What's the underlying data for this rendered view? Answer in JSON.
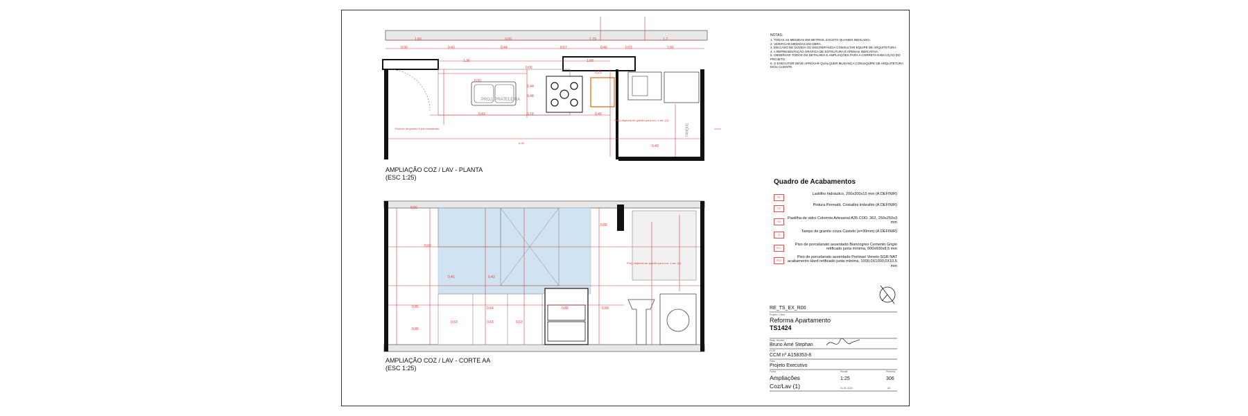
{
  "plan": {
    "title": "AMPLIAÇÃO COZ / LAV - PLANTA",
    "scale": "(ESC 1:25)",
    "dims_top": [
      "1,60",
      "3,09",
      "1,79",
      "1,2"
    ],
    "dims_second": [
      "0,90",
      "0,40",
      "0,44",
      "0,57",
      "0,46",
      "0,63",
      "1,00"
    ],
    "dims_third": [
      "1,36",
      "0,66",
      "1,68"
    ],
    "dims_inner": [
      "0,30",
      "0,44",
      "0,48",
      "0,43",
      "0,18",
      "0,25",
      "0,45",
      "0,49"
    ],
    "label_hood": "PROJ. PRATELEIRA",
    "label_tank": "TANQUE",
    "note_left": "Rodízio de granito e pia encastrado",
    "note_right": "Pra(i) taipinha de granito para coz. e lav. (Q)",
    "note_bottom": "0,49"
  },
  "section": {
    "title": "AMPLIAÇÃO COZ / LAV - CORTE AA",
    "scale": "(ESC 1:25)",
    "dims_left": [
      "0,60",
      "0,60",
      "0,85",
      "0,85"
    ],
    "dims_inner": [
      "0,41",
      "0,42",
      "0,64",
      "0,88",
      "0,63",
      "0,63",
      "0,63",
      "0,88",
      "0,68"
    ],
    "note_right": "Pra(i) taipinha de granito para coz. e lav. (Q)"
  },
  "notes": {
    "title": "NOTAS:",
    "items": [
      "1. TODAS AS MEDIDAS EM METROS, EXCETO QUANDO INDICADO.",
      "2. VERIFICAR MEDIDAS EM OBRA.",
      "3. EM CASO DE DÚVIDA OU DISCREPÂNCIA CONSULTAR EQUIPE DE ARQUITETURA.",
      "4. A REPRESENTAÇÃO GRÁFICA DE ESTRUTURA É APENAS INDICATIVA.",
      "5. OBSERVAR TODOS OS DETALHES E AMPLIAÇÕES PARA A CORRETA EXECUÇÃO DO PROJETO.",
      "6. O EXECUTOR DEVE APROVAR QUALQUER MUDANÇA COM EQUIPE DE ARQUITETURA E/OU CLIENTE."
    ]
  },
  "finishes": {
    "title": "Quadro de Acabamentos",
    "rows": [
      {
        "code": "R1",
        "text": "Ladrilho hidráulico, 200x200x15 mm (A DEFINIR)"
      },
      {
        "code": "P1",
        "text": "Pintura Permalit, Cristallini Imbrafim (A DEFINIR)"
      },
      {
        "code": "R2",
        "text": "Pastilha de vidro Colormix Artesanal A35 COD. 362, 250x250x3 mm"
      },
      {
        "code": "T1",
        "text": "Tampo de granito cinza Castelo (e=30mm) (A DEFINIR)"
      },
      {
        "code": "PC1",
        "text": "Piso de porcelanato assentado Biancogres Cemento Grigio retificado junta mínima, 600x600x8,5 mm"
      },
      {
        "code": "PC2",
        "text": "Piso de porcelanato assentado Portinari Veneto SGR NAT acabamento Hard retificado junta mínima, 1000,0X1000,0X10,5 mm"
      }
    ]
  },
  "title_block": {
    "file": "RE_TS_EX_R00",
    "project_label": "Projeto / Obra",
    "project": "Reforma Apartamento",
    "code": "TS1424",
    "author_label": "Resp. técnico",
    "author": "Bruno Amé Stephan",
    "ccm_label": "CCM",
    "ccm": "CCM nº A158353-8",
    "phase_label": "Fase",
    "phase": "Projeto Executivo",
    "sheet_label": "Folha",
    "scale_label": "Escala",
    "sheet_num_label": "Prancha",
    "sheet_title_1": "Ampliações",
    "sheet_title_2": "Coz/Lav (1)",
    "scale": "1:25",
    "number": "306",
    "date": "01.01.2020",
    "format": "A3"
  },
  "colors": {
    "red": "#e03c3c",
    "wall": "#111111",
    "blue": "#cfe3f3",
    "grey": "#9a9a9a"
  }
}
